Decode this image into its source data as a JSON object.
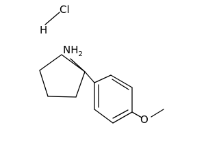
{
  "structure": {
    "atoms": [
      {
        "id": "Cl",
        "label": "Cl"
      },
      {
        "id": "H",
        "label": "H"
      },
      {
        "id": "N",
        "label": "NH",
        "subscript": "2"
      },
      {
        "id": "O",
        "label": "O"
      }
    ]
  },
  "colors": {
    "stroke": "#000000",
    "text": "#000000",
    "background": "#ffffff"
  }
}
